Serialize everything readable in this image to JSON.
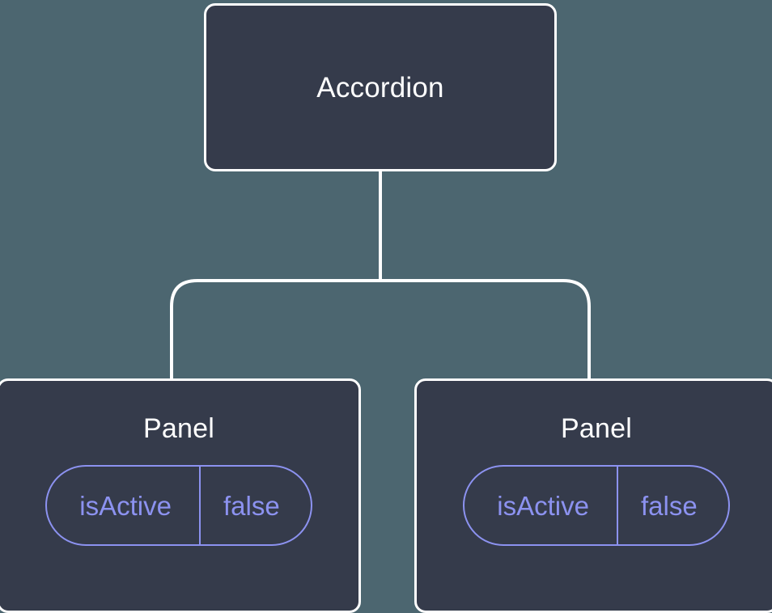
{
  "canvas": {
    "background_color": "#4c6670",
    "node_fill_color": "#353b4b",
    "node_border_color": "#ffffff",
    "edge_color": "#ffffff",
    "prop_accent_color": "#8c92f0"
  },
  "tree": {
    "root": {
      "label": "Accordion"
    },
    "children": [
      {
        "label": "Panel",
        "prop": {
          "key": "isActive",
          "value": "false"
        }
      },
      {
        "label": "Panel",
        "prop": {
          "key": "isActive",
          "value": "false"
        }
      }
    ]
  }
}
